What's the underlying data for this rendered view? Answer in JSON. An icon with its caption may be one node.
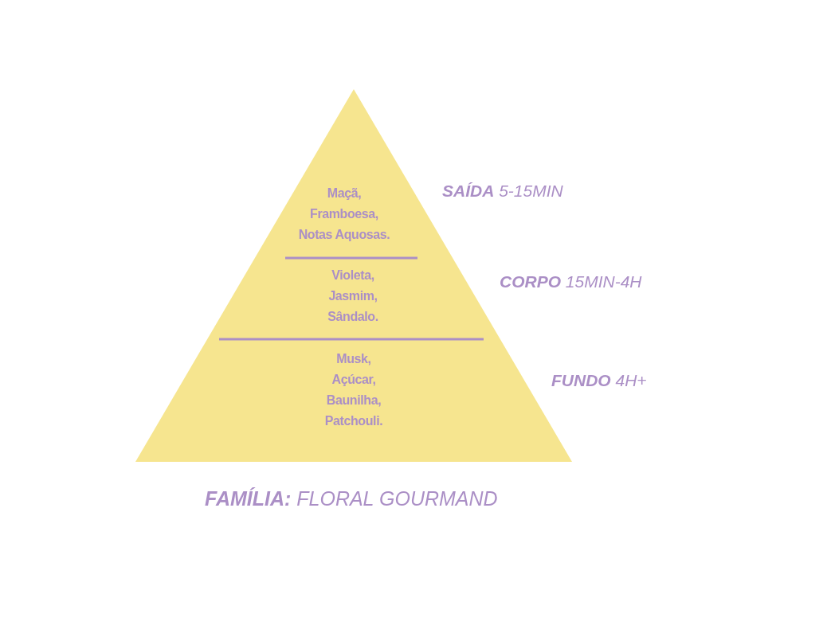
{
  "diagram": {
    "nodes": [
      {
        "text": [],
        "shape": "triangle"
      },
      {
        "text": [
          "Maçã, Framboesa, Notas Aquosas."
        ],
        "in": 0
      },
      {
        "text": [
          "Violeta, Jasmim, Sândalo."
        ],
        "in": 0
      },
      {
        "text": [
          "Musk, Açúcar, Baunilha, Patchouli."
        ],
        "in": 0
      }
    ],
    "edges": [],
    "labels": [
      "**SAÍDA** 5-15MIN",
      "**CORPO** 15MIN-4H",
      "**FUNDO** 4H+",
      "**FAMÍLIA:** FLORAL GOURMAND"
    ]
  }
}
